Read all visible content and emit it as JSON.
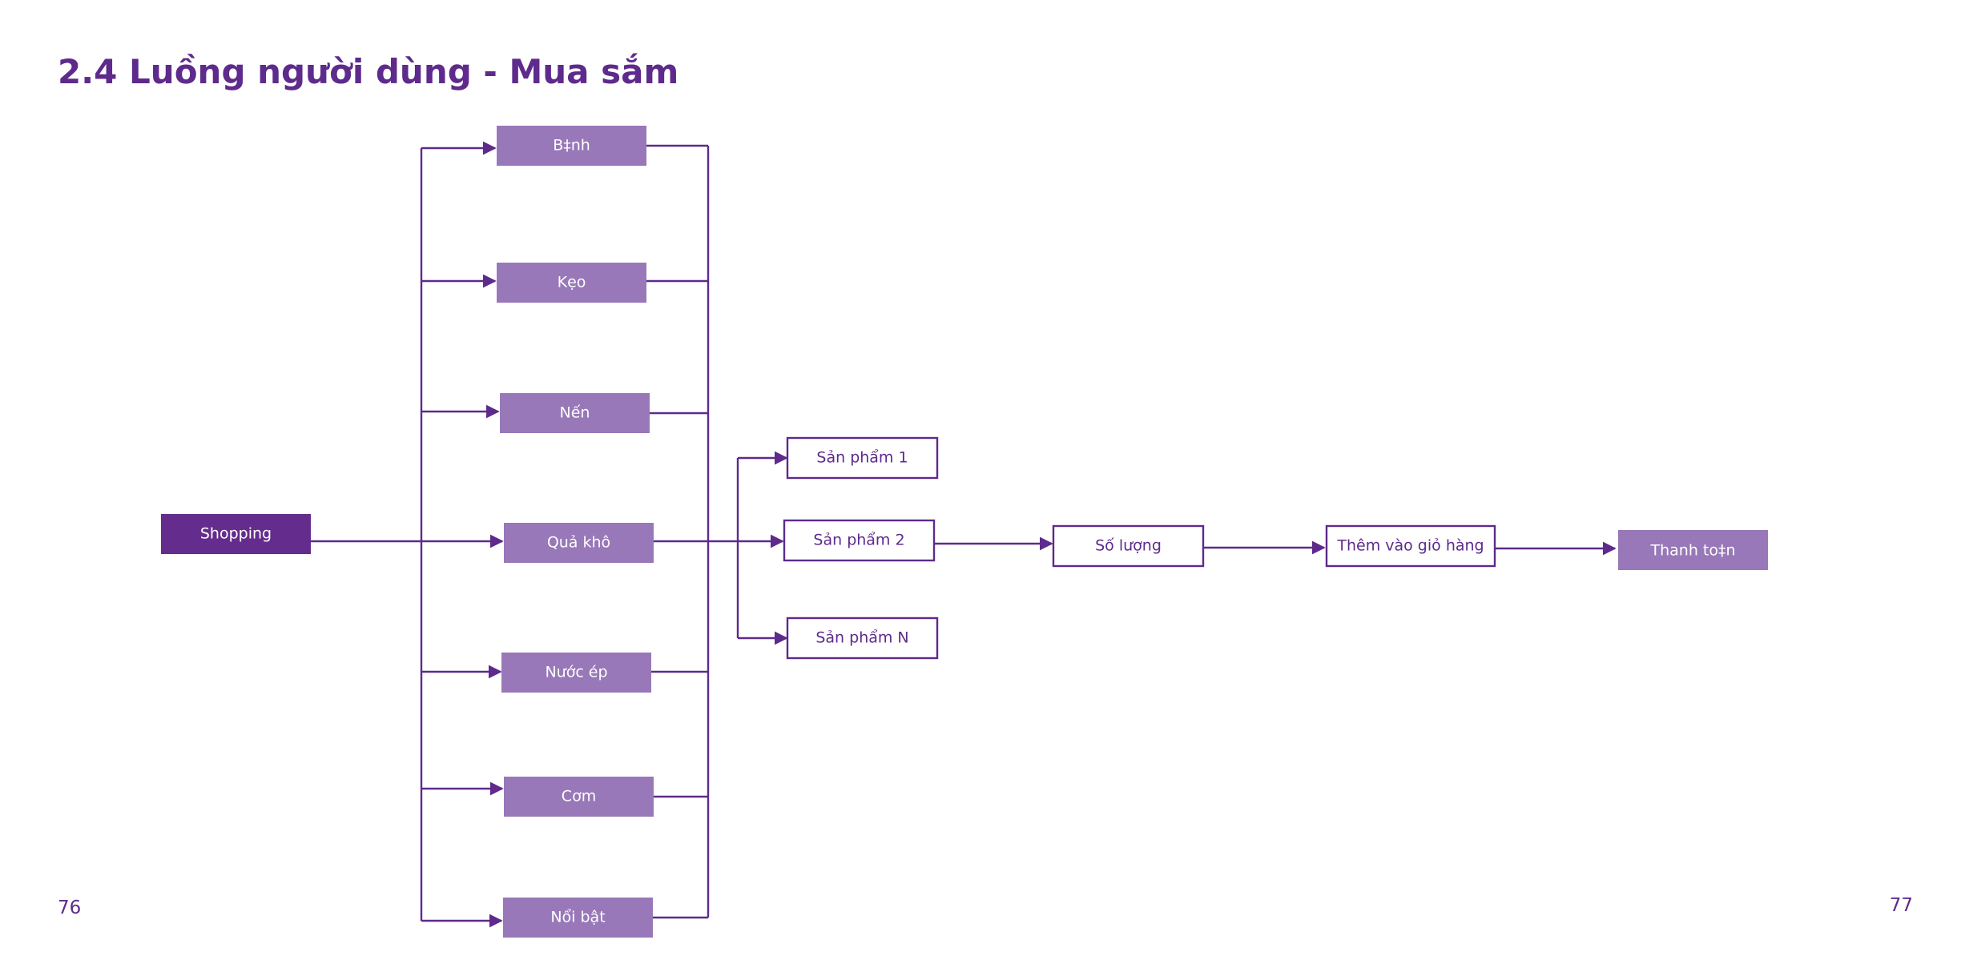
{
  "title": "2.4 Luồng người dùng - Mua sắm",
  "page_left": "76",
  "page_right": "77",
  "colors": {
    "accent_dark": "#5e2a8c",
    "box_fill": "#9878b8",
    "root_fill": "#642c8c",
    "outline": "#5e2a8c",
    "text_light": "#ffffff"
  },
  "root": {
    "label": "Shopping"
  },
  "categories": [
    {
      "label": "B‡nh"
    },
    {
      "label": "Kẹo"
    },
    {
      "label": "Nến"
    },
    {
      "label": "Quả khô"
    },
    {
      "label": "Nước ép"
    },
    {
      "label": "Cơm"
    },
    {
      "label": "Nổi bật"
    }
  ],
  "products": [
    {
      "label": "Sản phẩm 1"
    },
    {
      "label": "Sản phẩm 2"
    },
    {
      "label": "Sản phẩm N"
    }
  ],
  "steps": [
    {
      "label": "Số lượng"
    },
    {
      "label": "Thêm vào giỏ hàng"
    },
    {
      "label": "Thanh to‡n"
    }
  ]
}
